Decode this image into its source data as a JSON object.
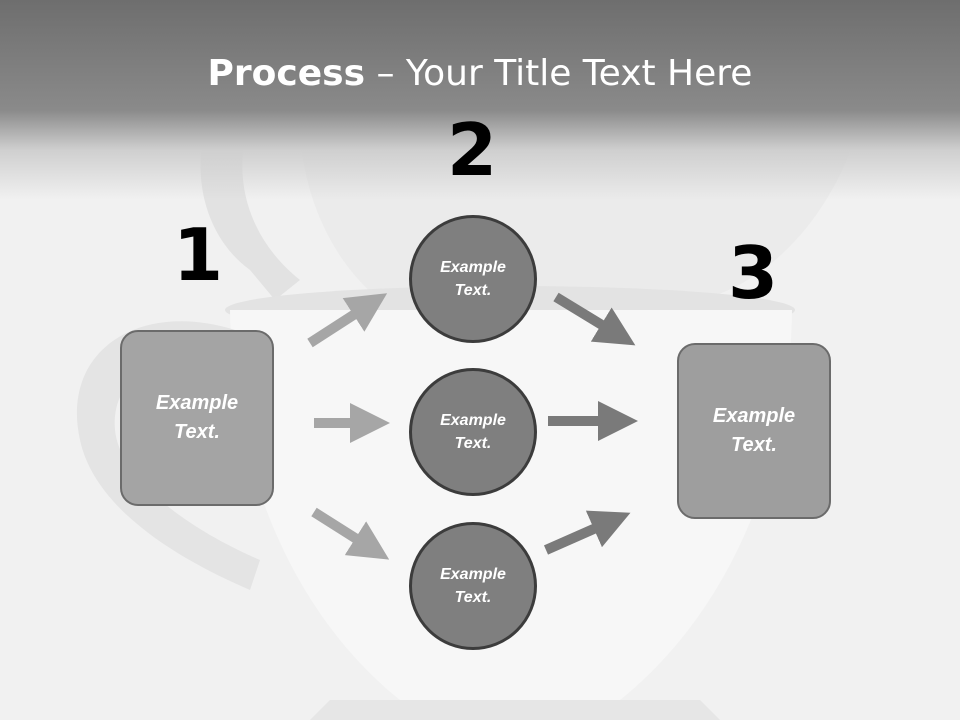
{
  "title": {
    "bold": "Process",
    "rest": " – Your Title Text Here"
  },
  "steps": [
    {
      "number": "1",
      "text": "Example\nText."
    },
    {
      "number": "2",
      "items": [
        "Example\nText.",
        "Example\nText.",
        "Example\nText."
      ]
    },
    {
      "number": "3",
      "text": "Example\nText."
    }
  ],
  "colors": {
    "title_band": "#6e6e6e",
    "box_fill": "#a4a4a4",
    "circle_fill": "#7f7f7f",
    "circle_border": "#3c3c3c",
    "arrow_light": "#a6a6a6",
    "arrow_dark": "#7a7a7a"
  }
}
